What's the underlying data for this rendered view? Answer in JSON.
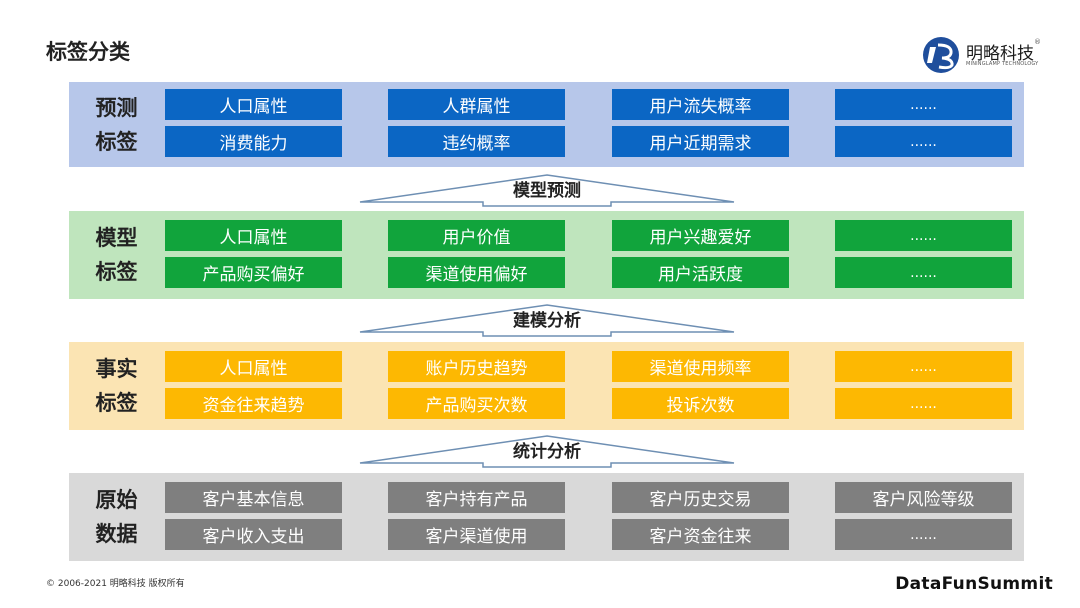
{
  "page_title": "标签分类",
  "logo": {
    "name": "明略科技",
    "reg_mark": "®",
    "subtitle": "MININGLAMP TECHNOLOGY"
  },
  "bands": [
    {
      "label_line1": "预测",
      "label_line2": "标签",
      "background": "#b7c7ea",
      "cell_color": "#0b66c4",
      "rows": [
        [
          "人口属性",
          "人群属性",
          "用户流失概率",
          "......"
        ],
        [
          "消费能力",
          "违约概率",
          "用户近期需求",
          "......"
        ]
      ]
    },
    {
      "label_line1": "模型",
      "label_line2": "标签",
      "background": "#bfe5bd",
      "cell_color": "#11a43c",
      "rows": [
        [
          "人口属性",
          "用户价值",
          "用户兴趣爱好",
          "......"
        ],
        [
          "产品购买偏好",
          "渠道使用偏好",
          "用户活跃度",
          "......"
        ]
      ]
    },
    {
      "label_line1": "事实",
      "label_line2": "标签",
      "background": "#fbe4b3",
      "cell_color": "#fdb802",
      "rows": [
        [
          "人口属性",
          "账户历史趋势",
          "渠道使用频率",
          "......"
        ],
        [
          "资金往来趋势",
          "产品购买次数",
          "投诉次数",
          "......"
        ]
      ]
    },
    {
      "label_line1": "原始",
      "label_line2": "数据",
      "background": "#d9d9d9",
      "cell_color": "#7f7f7f",
      "rows": [
        [
          "客户基本信息",
          "客户持有产品",
          "客户历史交易",
          "客户风险等级"
        ],
        [
          "客户收入支出",
          "客户渠道使用",
          "客户资金往来",
          "......"
        ]
      ]
    }
  ],
  "arrows": [
    "模型预测",
    "建模分析",
    "统计分析"
  ],
  "footer": {
    "copyright": "© 2006-2021 明略科技 版权所有",
    "brand": "DataFunSummit"
  }
}
